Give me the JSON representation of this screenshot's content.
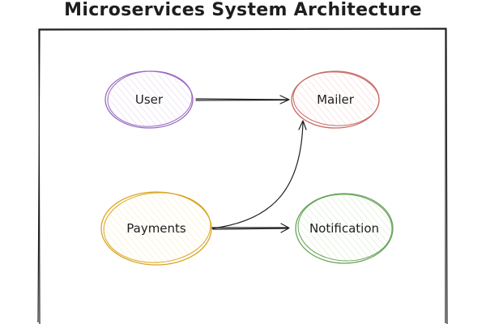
{
  "title": "Microservices System Architecture",
  "nodes": [
    {
      "id": "user",
      "label": "User",
      "stroke": "#9b6bc3",
      "fill": "#e8dcf3"
    },
    {
      "id": "mailer",
      "label": "Mailer",
      "stroke": "#c76a64",
      "fill": "#f7dcd9"
    },
    {
      "id": "payments",
      "label": "Payments",
      "stroke": "#d9a622",
      "fill": "#fbefc8"
    },
    {
      "id": "notification",
      "label": "Notification",
      "stroke": "#6aa35a",
      "fill": "#dcedd3"
    }
  ],
  "edges": [
    {
      "from": "User",
      "to": "Mailer"
    },
    {
      "from": "Payments",
      "to": "Mailer"
    },
    {
      "from": "Payments",
      "to": "Notification"
    }
  ],
  "colors": {
    "line": "#1e1e1e",
    "frame": "#1e1e1e"
  }
}
